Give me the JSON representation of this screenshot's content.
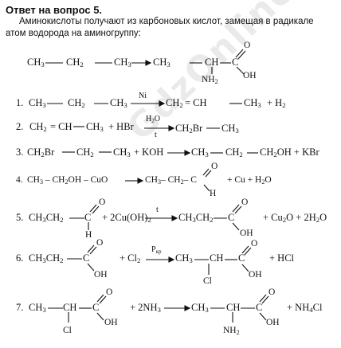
{
  "title": "Ответ на вопрос 5.",
  "intro": [
    "Аминокислоты получают из карбоновых кислот, замещая в радикале",
    "атом водорода на аминогруппу:"
  ],
  "watermark": "GdzOnline.ru",
  "r0": {
    "p1": "CH",
    "s1": "3",
    "p2": "CH",
    "s2": "2",
    "p3": "CH",
    "s3": "3",
    "p4": "CH",
    "s4": "3",
    "p5": "CH",
    "o": "O",
    "oh": "OH",
    "n": "NH",
    "ns": "2"
  },
  "r1": {
    "num": "1.",
    "p1": "CH",
    "s1": "3",
    "p2": "CH",
    "s2": "2",
    "p3": "CH",
    "s3": "3",
    "cat": "Ni",
    "p4": "CH",
    "s4": "2",
    "p5": "= CH",
    "p6": "CH",
    "s6": "3",
    "p7": "+ H",
    "s7": "2"
  },
  "r2": {
    "num": "2.",
    "p1": "CH",
    "s1": "2",
    "p2": "= CH",
    "p3": "CH",
    "s3": "3",
    "p4": "+ HBr",
    "cat": "H",
    "cs": "2",
    "co": "O",
    "cat2": "t",
    "p5": "CH",
    "s5": "2",
    "p6": "Br",
    "p7": "CH",
    "s7": "3"
  },
  "r3": {
    "num": "3.",
    "p1": "CH",
    "s1": "2",
    "p2": "Br",
    "p3": "CH",
    "s3": "2",
    "p4": "CH",
    "s4": "3",
    "p5": "+ KOH",
    "p6": "CH",
    "s6": "3",
    "p7": "CH",
    "s7": "2",
    "p8": "CH",
    "s8": "2",
    "p9": "OH + KBr"
  },
  "r4": {
    "num": "4.",
    "p1": "CH",
    "s1": "3",
    "p2": "– CH",
    "s2": "2",
    "p3": "OH – CuO",
    "p4": "CH",
    "s4": "3",
    "p5": "– CH",
    "s5": "2",
    "p6": "– C",
    "o": "O",
    "h": "H",
    "p7": "+ Cu + H",
    "s7": "2",
    "p8": "O"
  },
  "r5": {
    "num": "5.",
    "p1": "CH",
    "s1": "3",
    "p2": "CH",
    "s2": "2",
    "p3": "C",
    "o": "O",
    "h": "H",
    "p4": "+ 2Cu(OH)",
    "s4": "2",
    "cat": "t",
    "p5": "CH",
    "s5": "3",
    "p6": "CH",
    "s6": "2",
    "p7": "C",
    "o2": "O",
    "oh": "OH",
    "p8": "+ Cu",
    "s8": "2",
    "p9": "O + 2H",
    "s9": "2",
    "p10": "O"
  },
  "r6": {
    "num": "6.",
    "p1": "CH",
    "s1": "3",
    "p2": "CH",
    "s2": "2",
    "p3": "C",
    "o": "O",
    "oh": "OH",
    "p4": "+ Cl",
    "s4": "2",
    "cat": "P",
    "cs": "кр",
    "p5": "CH",
    "s5": "3",
    "p6": "CH",
    "p7": "C",
    "o2": "O",
    "oh2": "OH",
    "cl": "Cl",
    "p8": "+ HCl"
  },
  "r7": {
    "num": "7.",
    "p1": "CH",
    "s1": "3",
    "p2": "CH",
    "p3": "C",
    "o": "O",
    "oh": "OH",
    "cl": "Cl",
    "p4": "+ 2NH",
    "s4": "3",
    "p5": "CH",
    "s5": "3",
    "p6": "CH",
    "p7": "C",
    "o2": "O",
    "oh2": "OH",
    "n": "NH",
    "ns": "2",
    "p8": "+ NH",
    "s8": "4",
    "p9": "Cl"
  }
}
